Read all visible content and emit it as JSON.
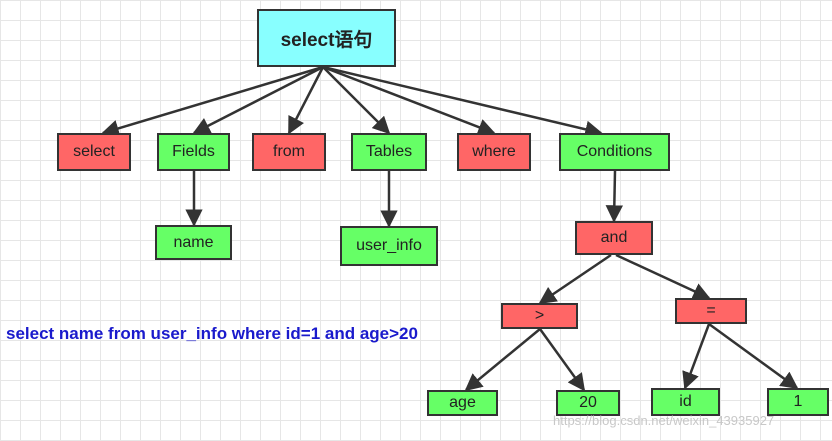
{
  "diagram": {
    "root": "select语句",
    "level1": [
      "select",
      "Fields",
      "from",
      "Tables",
      "where",
      "Conditions"
    ],
    "fields_child": "name",
    "tables_child": "user_info",
    "conditions_child": "and",
    "and_children": [
      ">",
      "="
    ],
    "gt_children": [
      "age",
      "20"
    ],
    "eq_children": [
      "id",
      "1"
    ]
  },
  "caption": "select name from user_info where id=1 and age>20",
  "watermark": "https://blog.csdn.net/weixin_43935927",
  "colors": {
    "keyword": "#ff6666",
    "value": "#66ff66",
    "root": "#88ffff",
    "caption": "#1a1acc",
    "line": "#333333"
  }
}
